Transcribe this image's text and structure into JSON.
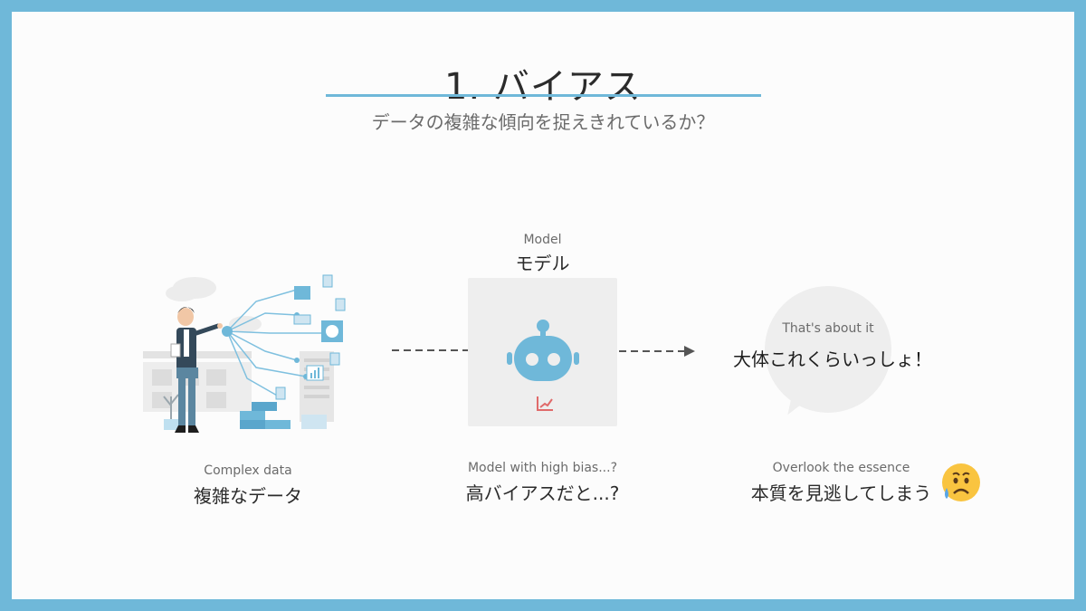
{
  "slide": {
    "title": "1. バイアス",
    "subtitle": "データの複雑な傾向を捉えきれているか？"
  },
  "data_section": {
    "caption_en": "Complex data",
    "caption_jp": "複雑なデータ"
  },
  "model_section": {
    "label_en": "Model",
    "label_jp": "モデル",
    "caption_en": "Model with high bias...?",
    "caption_jp": "高バイアスだと...?"
  },
  "result_section": {
    "bubble_en": "That's about it",
    "bubble_jp": "大体これくらいっしょ！",
    "caption_en": "Overlook the essence",
    "caption_jp": "本質を見逃してしまう"
  },
  "icons": {
    "robot": "robot-icon",
    "chart": "line-chart-icon",
    "emoji": "sad-sweat-face-icon",
    "arrow": "dashed-arrow-icon"
  },
  "colors": {
    "frame": "#6fb8d9",
    "accent": "#6fb8d9",
    "robot": "#6fb8d9",
    "chart": "#e06a6a",
    "panel": "#eeeeee"
  }
}
